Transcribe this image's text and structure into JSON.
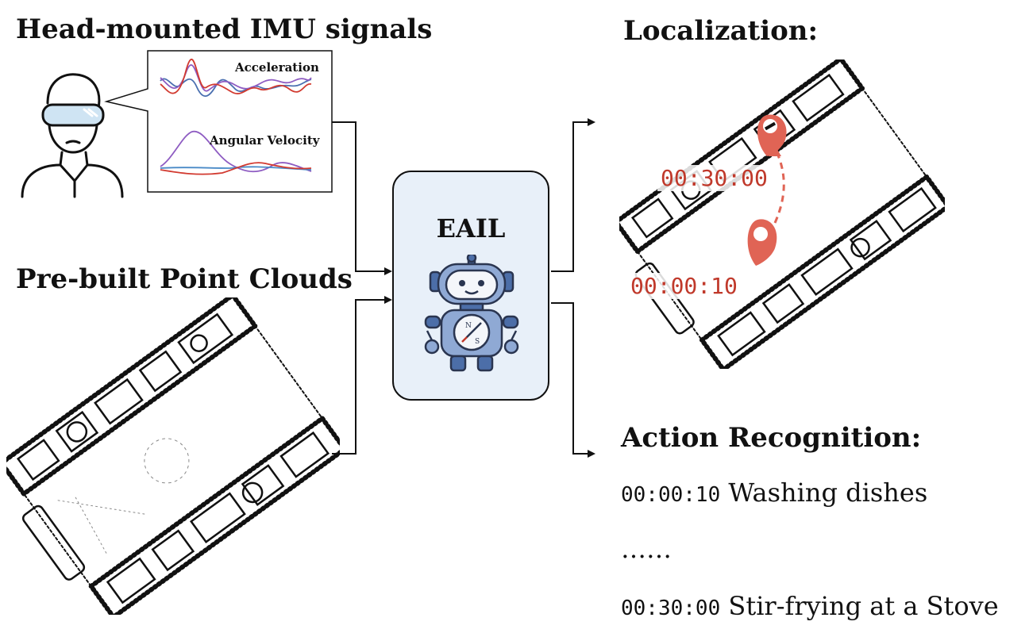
{
  "inputs": {
    "imu_heading": "Head-mounted IMU signals",
    "accel_label": "Acceleration",
    "gyro_label": "Angular Velocity",
    "pointcloud_heading": "Pre-built Point Clouds"
  },
  "model": {
    "label": "EAIL"
  },
  "localization": {
    "heading": "Localization:",
    "time_start": "00:00:10",
    "time_end": "00:30:00",
    "pin_color": "#e06455",
    "time_color": "#c0392b"
  },
  "actions": {
    "heading": "Action Recognition:",
    "items": [
      {
        "time": "00:00:10",
        "label": "Washing dishes"
      },
      {
        "time": "",
        "label": "……"
      },
      {
        "time": "00:30:00",
        "label": "Stir-frying at a Stove"
      }
    ]
  }
}
